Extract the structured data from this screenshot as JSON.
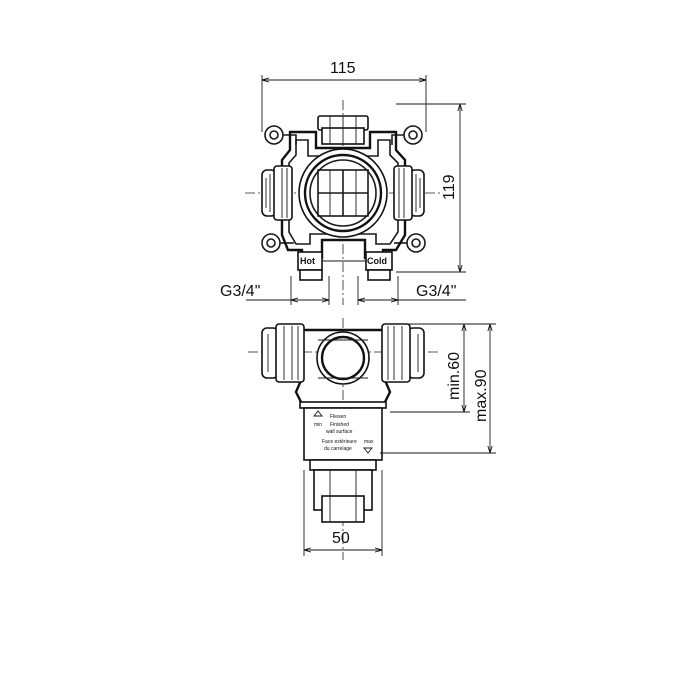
{
  "dimensions": {
    "width_top": "115",
    "height_top": "119",
    "thread_left": "G3/4\"",
    "thread_right": "G3/4\"",
    "min_depth": "min.60",
    "max_depth": "max.90",
    "width_bottom": "50"
  },
  "ports": {
    "hot": "Hot",
    "cold": "Cold"
  },
  "label_plate": {
    "line1": "Fliesen",
    "line2": "min",
    "line3": "Finished",
    "line4": "wall surface",
    "line5": "Face extérieure",
    "line6": "du carrelage",
    "line7": "max"
  }
}
